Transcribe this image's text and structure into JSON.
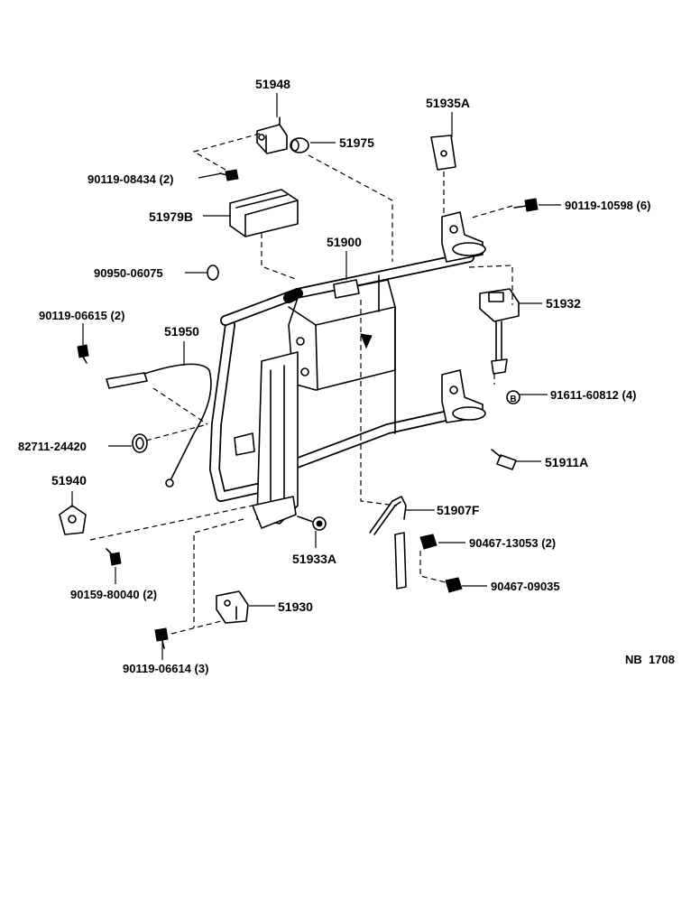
{
  "labels": {
    "p51948": "51948",
    "p51975": "51975",
    "p51935A": "51935A",
    "p90119_08434": "90119-08434 (2)",
    "p90119_10598": "90119-10598 (6)",
    "p51979B": "51979B",
    "p51900": "51900",
    "p90950_06075": "90950-06075",
    "p51932": "51932",
    "p90119_06615": "90119-06615 (2)",
    "p51950": "51950",
    "p91611_60812": "91611-60812 (4)",
    "p82711_24420": "82711-24420",
    "p51911A": "51911A",
    "p51940": "51940",
    "p51907F": "51907F",
    "p90467_13053": "90467-13053 (2)",
    "p51933A": "51933A",
    "p90159_80040": "90159-80040 (2)",
    "p90467_09035": "90467-09035",
    "p51930": "51930",
    "p90119_06614": "90119-06614 (3)",
    "code": "NB  1708",
    "circle_mark": "B"
  }
}
